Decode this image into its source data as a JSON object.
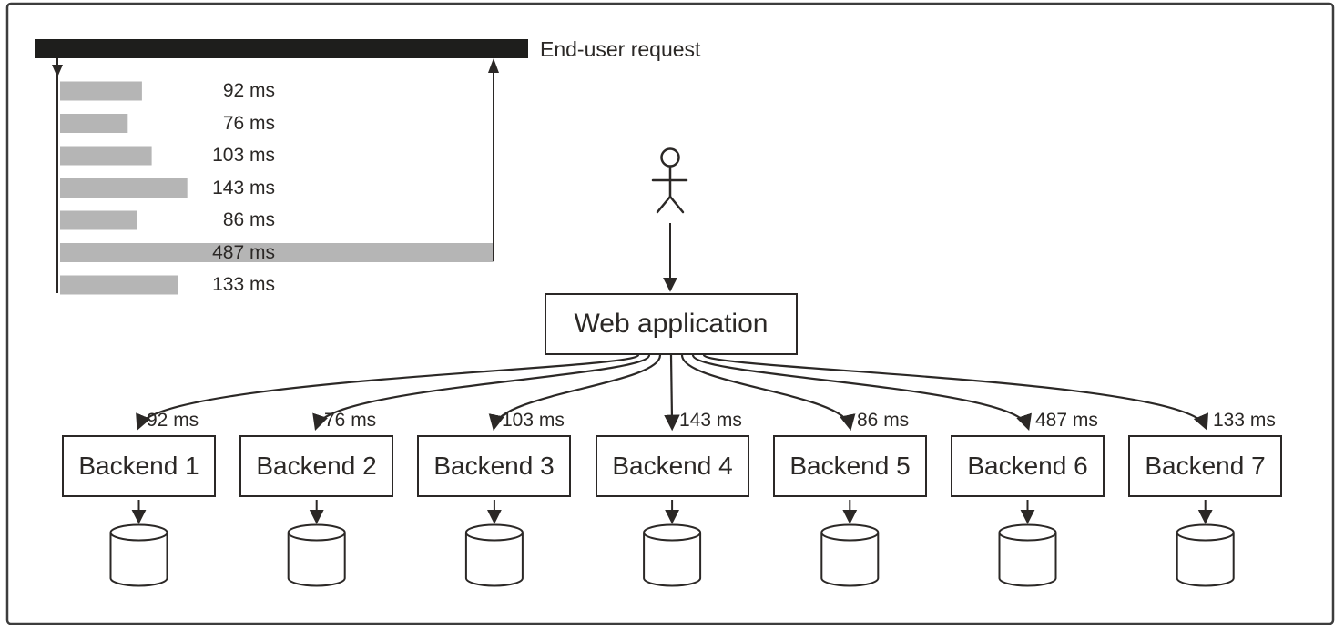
{
  "colors": {
    "line": "#2b2826",
    "text": "#2b2826",
    "black_bar": "#1e1e1c",
    "gray_bar": "#b5b5b5",
    "frame_border": "#3d3d3d",
    "background": "#ffffff"
  },
  "end_user_request": {
    "label": "End-user request"
  },
  "web_app": {
    "label": "Web application"
  },
  "icons": {
    "user": "stick-figure-icon",
    "database": "database-cylinder-icon"
  },
  "chart_data": {
    "type": "bar",
    "orientation": "horizontal",
    "title": "End-user request",
    "unit": "ms",
    "categories": [
      "Backend 1",
      "Backend 2",
      "Backend 3",
      "Backend 4",
      "Backend 5",
      "Backend 6",
      "Backend 7"
    ],
    "values": [
      92,
      76,
      103,
      143,
      86,
      487,
      133
    ],
    "labels": [
      "92 ms",
      "76 ms",
      "103 ms",
      "143 ms",
      "86 ms",
      "487 ms",
      "133 ms"
    ],
    "grid": false,
    "legend": false
  },
  "backends": [
    {
      "label": "Backend 1",
      "latency": "92 ms"
    },
    {
      "label": "Backend 2",
      "latency": "76 ms"
    },
    {
      "label": "Backend 3",
      "latency": "103 ms"
    },
    {
      "label": "Backend 4",
      "latency": "143 ms"
    },
    {
      "label": "Backend 5",
      "latency": "86 ms"
    },
    {
      "label": "Backend 6",
      "latency": "487 ms"
    },
    {
      "label": "Backend 7",
      "latency": "133 ms"
    }
  ]
}
